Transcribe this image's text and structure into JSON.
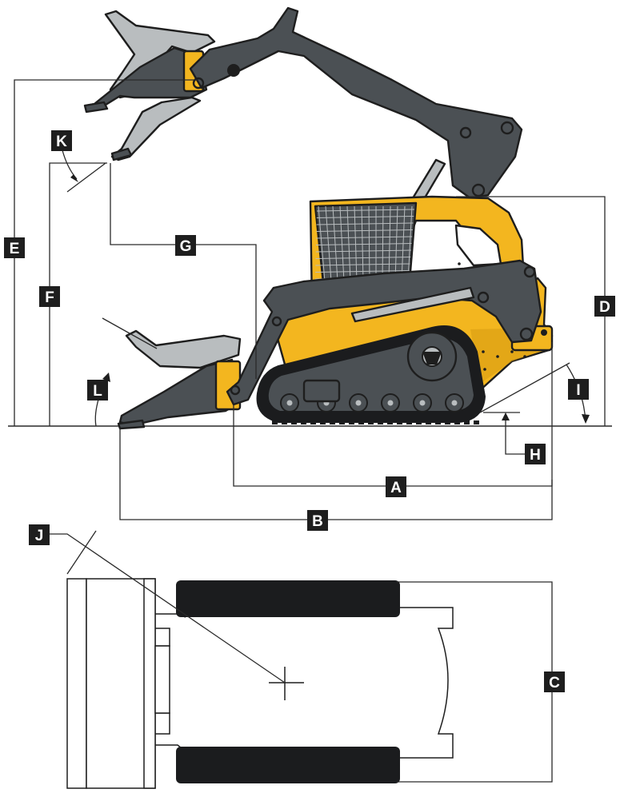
{
  "colors": {
    "arm": "#4b5054",
    "arm_dark": "#2f3336",
    "bucket_light": "#b9bdbf",
    "body": "#f3b61f",
    "body_shade": "#d59a10",
    "track": "#1b1c1e",
    "line": "#2a2a2a",
    "badge": "#1e1e1e"
  },
  "labels": {
    "A": "A",
    "B": "B",
    "C": "C",
    "D": "D",
    "E": "E",
    "F": "F",
    "G": "G",
    "H": "H",
    "I": "I",
    "J": "J",
    "K": "K",
    "L": "L"
  }
}
